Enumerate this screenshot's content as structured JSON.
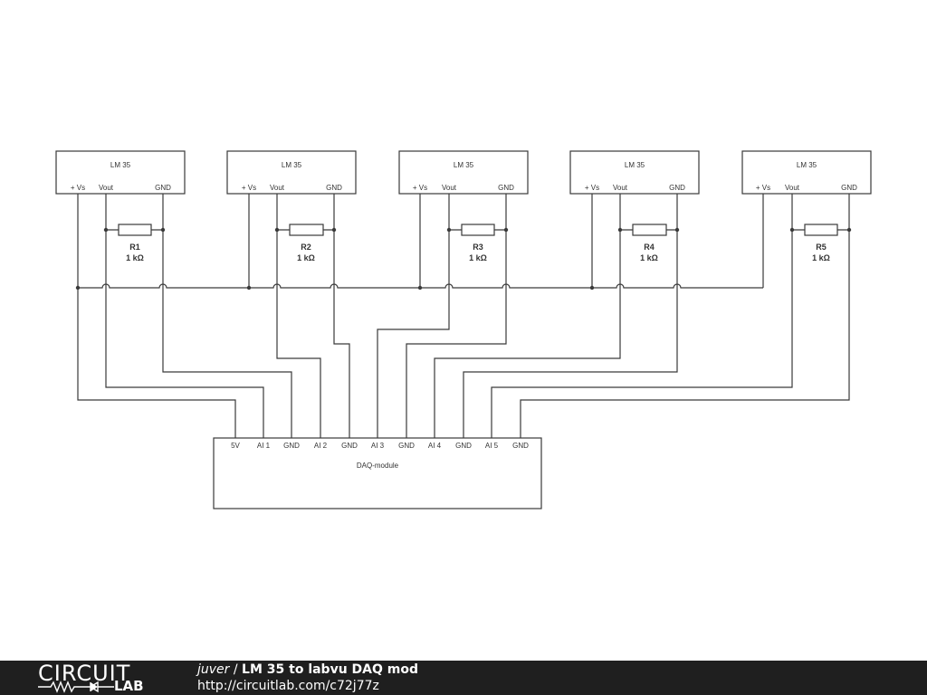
{
  "schematic": {
    "sensors": [
      {
        "title": "LM 35",
        "pin_vs": "+ Vs",
        "pin_vout": "Vout",
        "pin_gnd": "GND"
      },
      {
        "title": "LM 35",
        "pin_vs": "+ Vs",
        "pin_vout": "Vout",
        "pin_gnd": "GND"
      },
      {
        "title": "LM 35",
        "pin_vs": "+ Vs",
        "pin_vout": "Vout",
        "pin_gnd": "GND"
      },
      {
        "title": "LM 35",
        "pin_vs": "+ Vs",
        "pin_vout": "Vout",
        "pin_gnd": "GND"
      },
      {
        "title": "LM 35",
        "pin_vs": "+ Vs",
        "pin_vout": "Vout",
        "pin_gnd": "GND"
      }
    ],
    "resistors": [
      {
        "name": "R1",
        "value": "1 kΩ"
      },
      {
        "name": "R2",
        "value": "1 kΩ"
      },
      {
        "name": "R3",
        "value": "1 kΩ"
      },
      {
        "name": "R4",
        "value": "1 kΩ"
      },
      {
        "name": "R5",
        "value": "1 kΩ"
      }
    ],
    "daq": {
      "title": "DAQ-module",
      "pins": [
        "5V",
        "AI 1",
        "GND",
        "AI 2",
        "GND",
        "AI 3",
        "GND",
        "AI 4",
        "GND",
        "AI 5",
        "GND"
      ]
    }
  },
  "footer": {
    "logo_top": "CIRCUIT",
    "logo_bottom": "LAB",
    "author": "juver",
    "separator": " / ",
    "title": "LM 35 to labvu DAQ mod",
    "url": "http://circuitlab.com/c72j77z"
  }
}
